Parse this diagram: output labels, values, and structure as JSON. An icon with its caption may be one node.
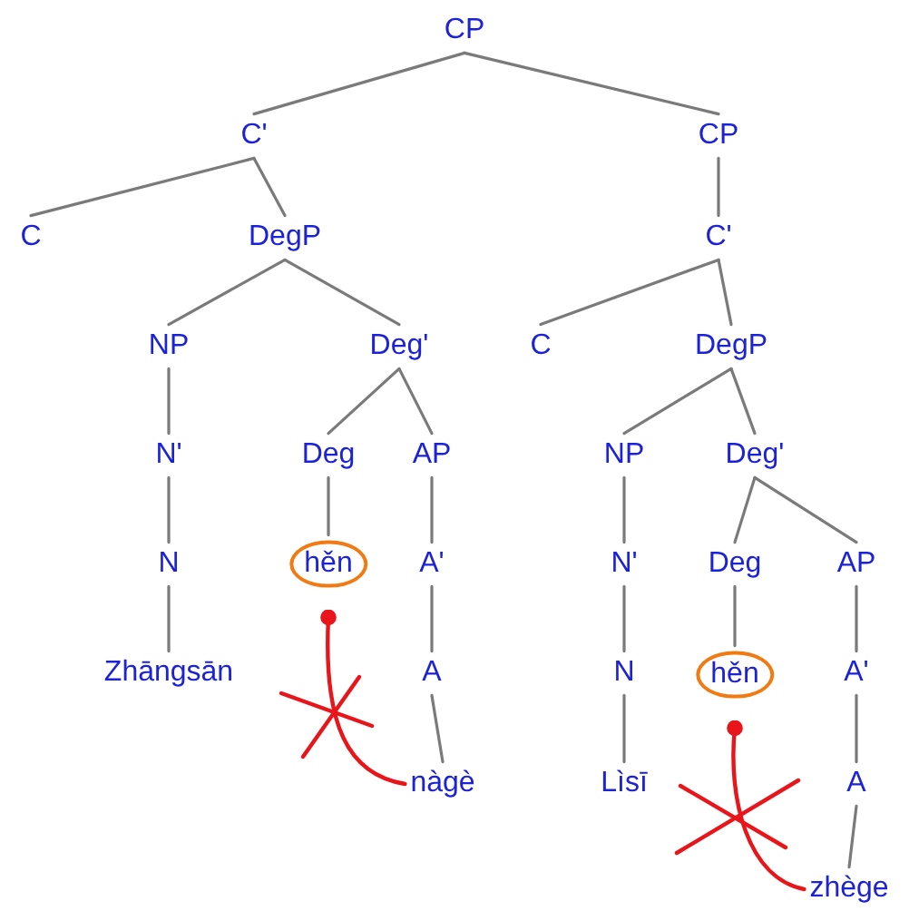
{
  "diagram": {
    "nodes": [
      {
        "text": [
          "CP"
        ]
      },
      {
        "text": [
          "C'"
        ]
      },
      {
        "text": [
          "CP"
        ]
      },
      {
        "text": [
          "C"
        ]
      },
      {
        "text": [
          "DegP"
        ]
      },
      {
        "text": [
          "C'"
        ]
      },
      {
        "text": [
          "NP"
        ]
      },
      {
        "text": [
          "Deg'"
        ]
      },
      {
        "text": [
          "C"
        ]
      },
      {
        "text": [
          "DegP"
        ]
      },
      {
        "text": [
          "N'"
        ]
      },
      {
        "text": [
          "Deg"
        ]
      },
      {
        "text": [
          "AP"
        ]
      },
      {
        "text": [
          "NP"
        ]
      },
      {
        "text": [
          "Deg'"
        ]
      },
      {
        "text": [
          "N"
        ]
      },
      {
        "text": [
          "hěn"
        ]
      },
      {
        "text": [
          "A'"
        ]
      },
      {
        "text": [
          "N'"
        ]
      },
      {
        "text": [
          "Deg"
        ]
      },
      {
        "text": [
          "AP"
        ]
      },
      {
        "text": [
          "Zhāngsān"
        ]
      },
      {
        "text": [
          "A"
        ]
      },
      {
        "text": [
          "N"
        ]
      },
      {
        "text": [
          "hěn"
        ]
      },
      {
        "text": [
          "A'"
        ]
      },
      {
        "text": [
          "nàgè"
        ]
      },
      {
        "text": [
          "Lìsī"
        ]
      },
      {
        "text": [
          "A"
        ]
      },
      {
        "text": [
          "zhège"
        ]
      }
    ],
    "edges": [
      {
        "from": 0,
        "to": 1,
        "arrow": "none"
      },
      {
        "from": 0,
        "to": 2,
        "arrow": "none"
      },
      {
        "from": 1,
        "to": 3,
        "arrow": "none"
      },
      {
        "from": 1,
        "to": 4,
        "arrow": "none"
      },
      {
        "from": 2,
        "to": 5,
        "arrow": "none"
      },
      {
        "from": 4,
        "to": 6,
        "arrow": "none"
      },
      {
        "from": 4,
        "to": 7,
        "arrow": "none"
      },
      {
        "from": 5,
        "to": 8,
        "arrow": "none"
      },
      {
        "from": 5,
        "to": 9,
        "arrow": "none"
      },
      {
        "from": 6,
        "to": 10,
        "arrow": "none"
      },
      {
        "from": 7,
        "to": 11,
        "arrow": "none"
      },
      {
        "from": 7,
        "to": 12,
        "arrow": "none"
      },
      {
        "from": 9,
        "to": 13,
        "arrow": "none"
      },
      {
        "from": 9,
        "to": 14,
        "arrow": "none"
      },
      {
        "from": 10,
        "to": 15,
        "arrow": "none"
      },
      {
        "from": 11,
        "to": 16,
        "arrow": "none"
      },
      {
        "from": 12,
        "to": 17,
        "arrow": "none"
      },
      {
        "from": 13,
        "to": 18,
        "arrow": "none"
      },
      {
        "from": 14,
        "to": 19,
        "arrow": "none"
      },
      {
        "from": 14,
        "to": 20,
        "arrow": "none"
      },
      {
        "from": 15,
        "to": 21,
        "arrow": "none"
      },
      {
        "from": 17,
        "to": 22,
        "arrow": "none"
      },
      {
        "from": 18,
        "to": 23,
        "arrow": "none"
      },
      {
        "from": 19,
        "to": 24,
        "arrow": "none"
      },
      {
        "from": 20,
        "to": 25,
        "arrow": "none"
      },
      {
        "from": 22,
        "to": 26,
        "arrow": "none"
      },
      {
        "from": 23,
        "to": 27,
        "arrow": "none"
      },
      {
        "from": 25,
        "to": 28,
        "arrow": "none"
      },
      {
        "from": 28,
        "to": 29,
        "arrow": "none"
      },
      {
        "from": 26,
        "to": 16,
        "arrow": "other",
        "color": "#e8161b"
      },
      {
        "from": 29,
        "to": 24,
        "arrow": "other",
        "color": "#e8161b"
      }
    ]
  }
}
